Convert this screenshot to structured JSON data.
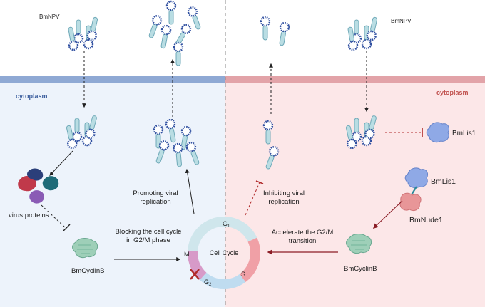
{
  "left": {
    "virus_label": "BmNPV",
    "cytoplasm_label": "cytoplasm",
    "virus_proteins_label": "virus proteins",
    "cyclin_label": "BmCyclinB",
    "blocking_label_line1": "Blocking the cell cycle",
    "blocking_label_line2": "in G2/M phase",
    "promoting_label_line1": "Promoting viral",
    "promoting_label_line2": "replication"
  },
  "right": {
    "virus_label": "BmNPV",
    "cytoplasm_label": "cytoplasm",
    "lis1_label_top": "BmLis1",
    "lis1_label": "BmLis1",
    "nude1_label": "BmNude1",
    "cyclin_label": "BmCyclinB",
    "accelerate_label_line1": "Accelerate the G2/M",
    "accelerate_label_line2": "transition",
    "inhibiting_label_line1": "Inhibiting viral",
    "inhibiting_label_line2": "replication"
  },
  "cell_cycle": {
    "center_label": "Cell Cycle",
    "phase_g1": "G",
    "phase_g1_sub": "1",
    "phase_s": "S",
    "phase_g2": "G",
    "phase_g2_sub": "2",
    "phase_m": "M"
  },
  "colors": {
    "left_background": "#edf3fb",
    "right_background": "#fce7e8",
    "left_membrane": "#8fa9d4",
    "right_membrane": "#e2a3a8",
    "left_accent_text": "#3d5f9e",
    "right_accent_text": "#c0504d",
    "dark_red_arrow": "#8b1c25",
    "inhibition": "#b02a2a",
    "virus_capsid": "#7ab7c7",
    "virus_spikes": "#2f4fa0",
    "cyclin": "#9ecfb8",
    "lis1": "#8fa9e6",
    "nude1": "#e89698",
    "g1": "#cfe6ec",
    "s": "#f0a0a6",
    "g2": "#bfdcf0",
    "m": "#d79ac8"
  },
  "icons": [
    "virus-icon",
    "protein-cluster-icon",
    "cyclin-b-icon",
    "lis1-icon",
    "nude1-icon",
    "cross-mark-icon"
  ]
}
